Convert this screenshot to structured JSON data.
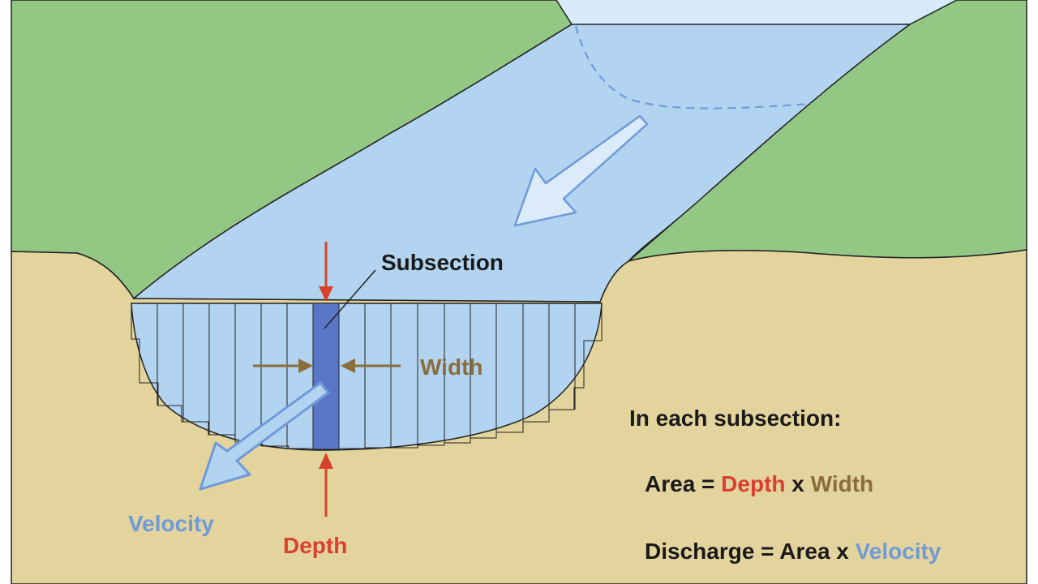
{
  "labels": {
    "subsection": "Subsection",
    "width": "Width",
    "velocity": "Velocity",
    "depth": "Depth"
  },
  "formula": {
    "heading": "In each subsection:",
    "area_line": {
      "prefix": "Area = ",
      "depth": "Depth",
      "times": " x ",
      "width": "Width"
    },
    "discharge_line": {
      "prefix": "Discharge = Area x ",
      "velocity": "Velocity"
    }
  },
  "colors": {
    "hill": "#93c784",
    "ground": "#e3d39c",
    "water": "#b2d4f0",
    "sky": "#d8ebfa",
    "highlight": "#5b76c7",
    "depth": "#d9412e",
    "width": "#8a6d3b",
    "velocity": "#6f9ad8",
    "text": "#1a1a1a"
  }
}
